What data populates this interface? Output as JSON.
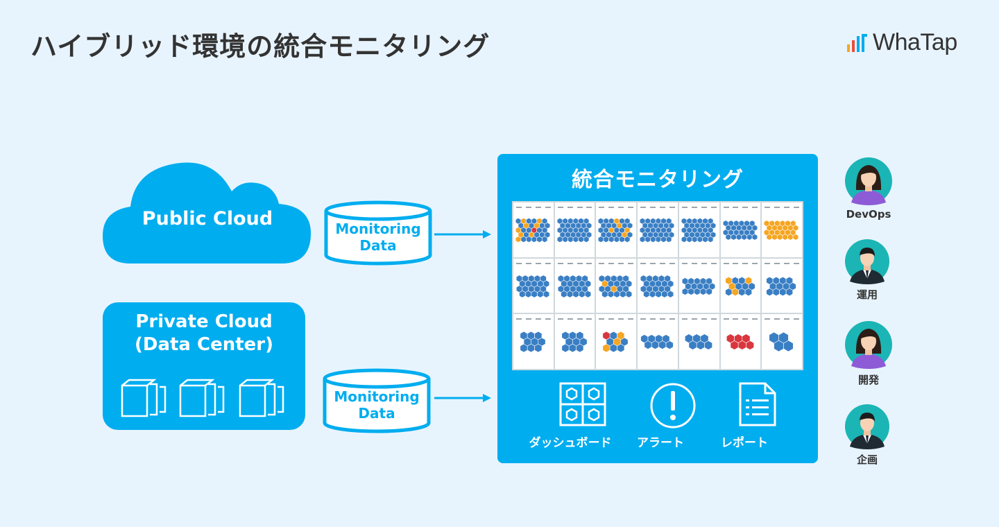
{
  "header": {
    "title": "ハイブリッド環境の統合モニタリング",
    "logo_text": "WhaTap"
  },
  "sources": {
    "public_cloud": "Public Cloud",
    "private_cloud_line1": "Private Cloud",
    "private_cloud_line2": "(Data Center)"
  },
  "data_stores": [
    {
      "line1": "Monitoring",
      "line2": "Data"
    },
    {
      "line1": "Monitoring",
      "line2": "Data"
    }
  ],
  "monitoring": {
    "title": "統合モニタリング",
    "features": [
      {
        "label": "ダッシュボード",
        "icon": "dashboard-icon"
      },
      {
        "label": "アラート",
        "icon": "alert-icon"
      },
      {
        "label": "レポート",
        "icon": "report-icon"
      }
    ]
  },
  "roles": [
    {
      "label": "DevOps",
      "icon": "woman-avatar"
    },
    {
      "label": "運用",
      "icon": "man-avatar"
    },
    {
      "label": "開発",
      "icon": "woman-avatar"
    },
    {
      "label": "企画",
      "icon": "man-avatar"
    }
  ],
  "colors": {
    "accent": "#00adef",
    "background": "#e8f4fd",
    "hex_blue": "#3a7fc4",
    "hex_orange": "#f5a623",
    "hex_red": "#d9363e",
    "avatar_bg": "#1bb5b5"
  }
}
